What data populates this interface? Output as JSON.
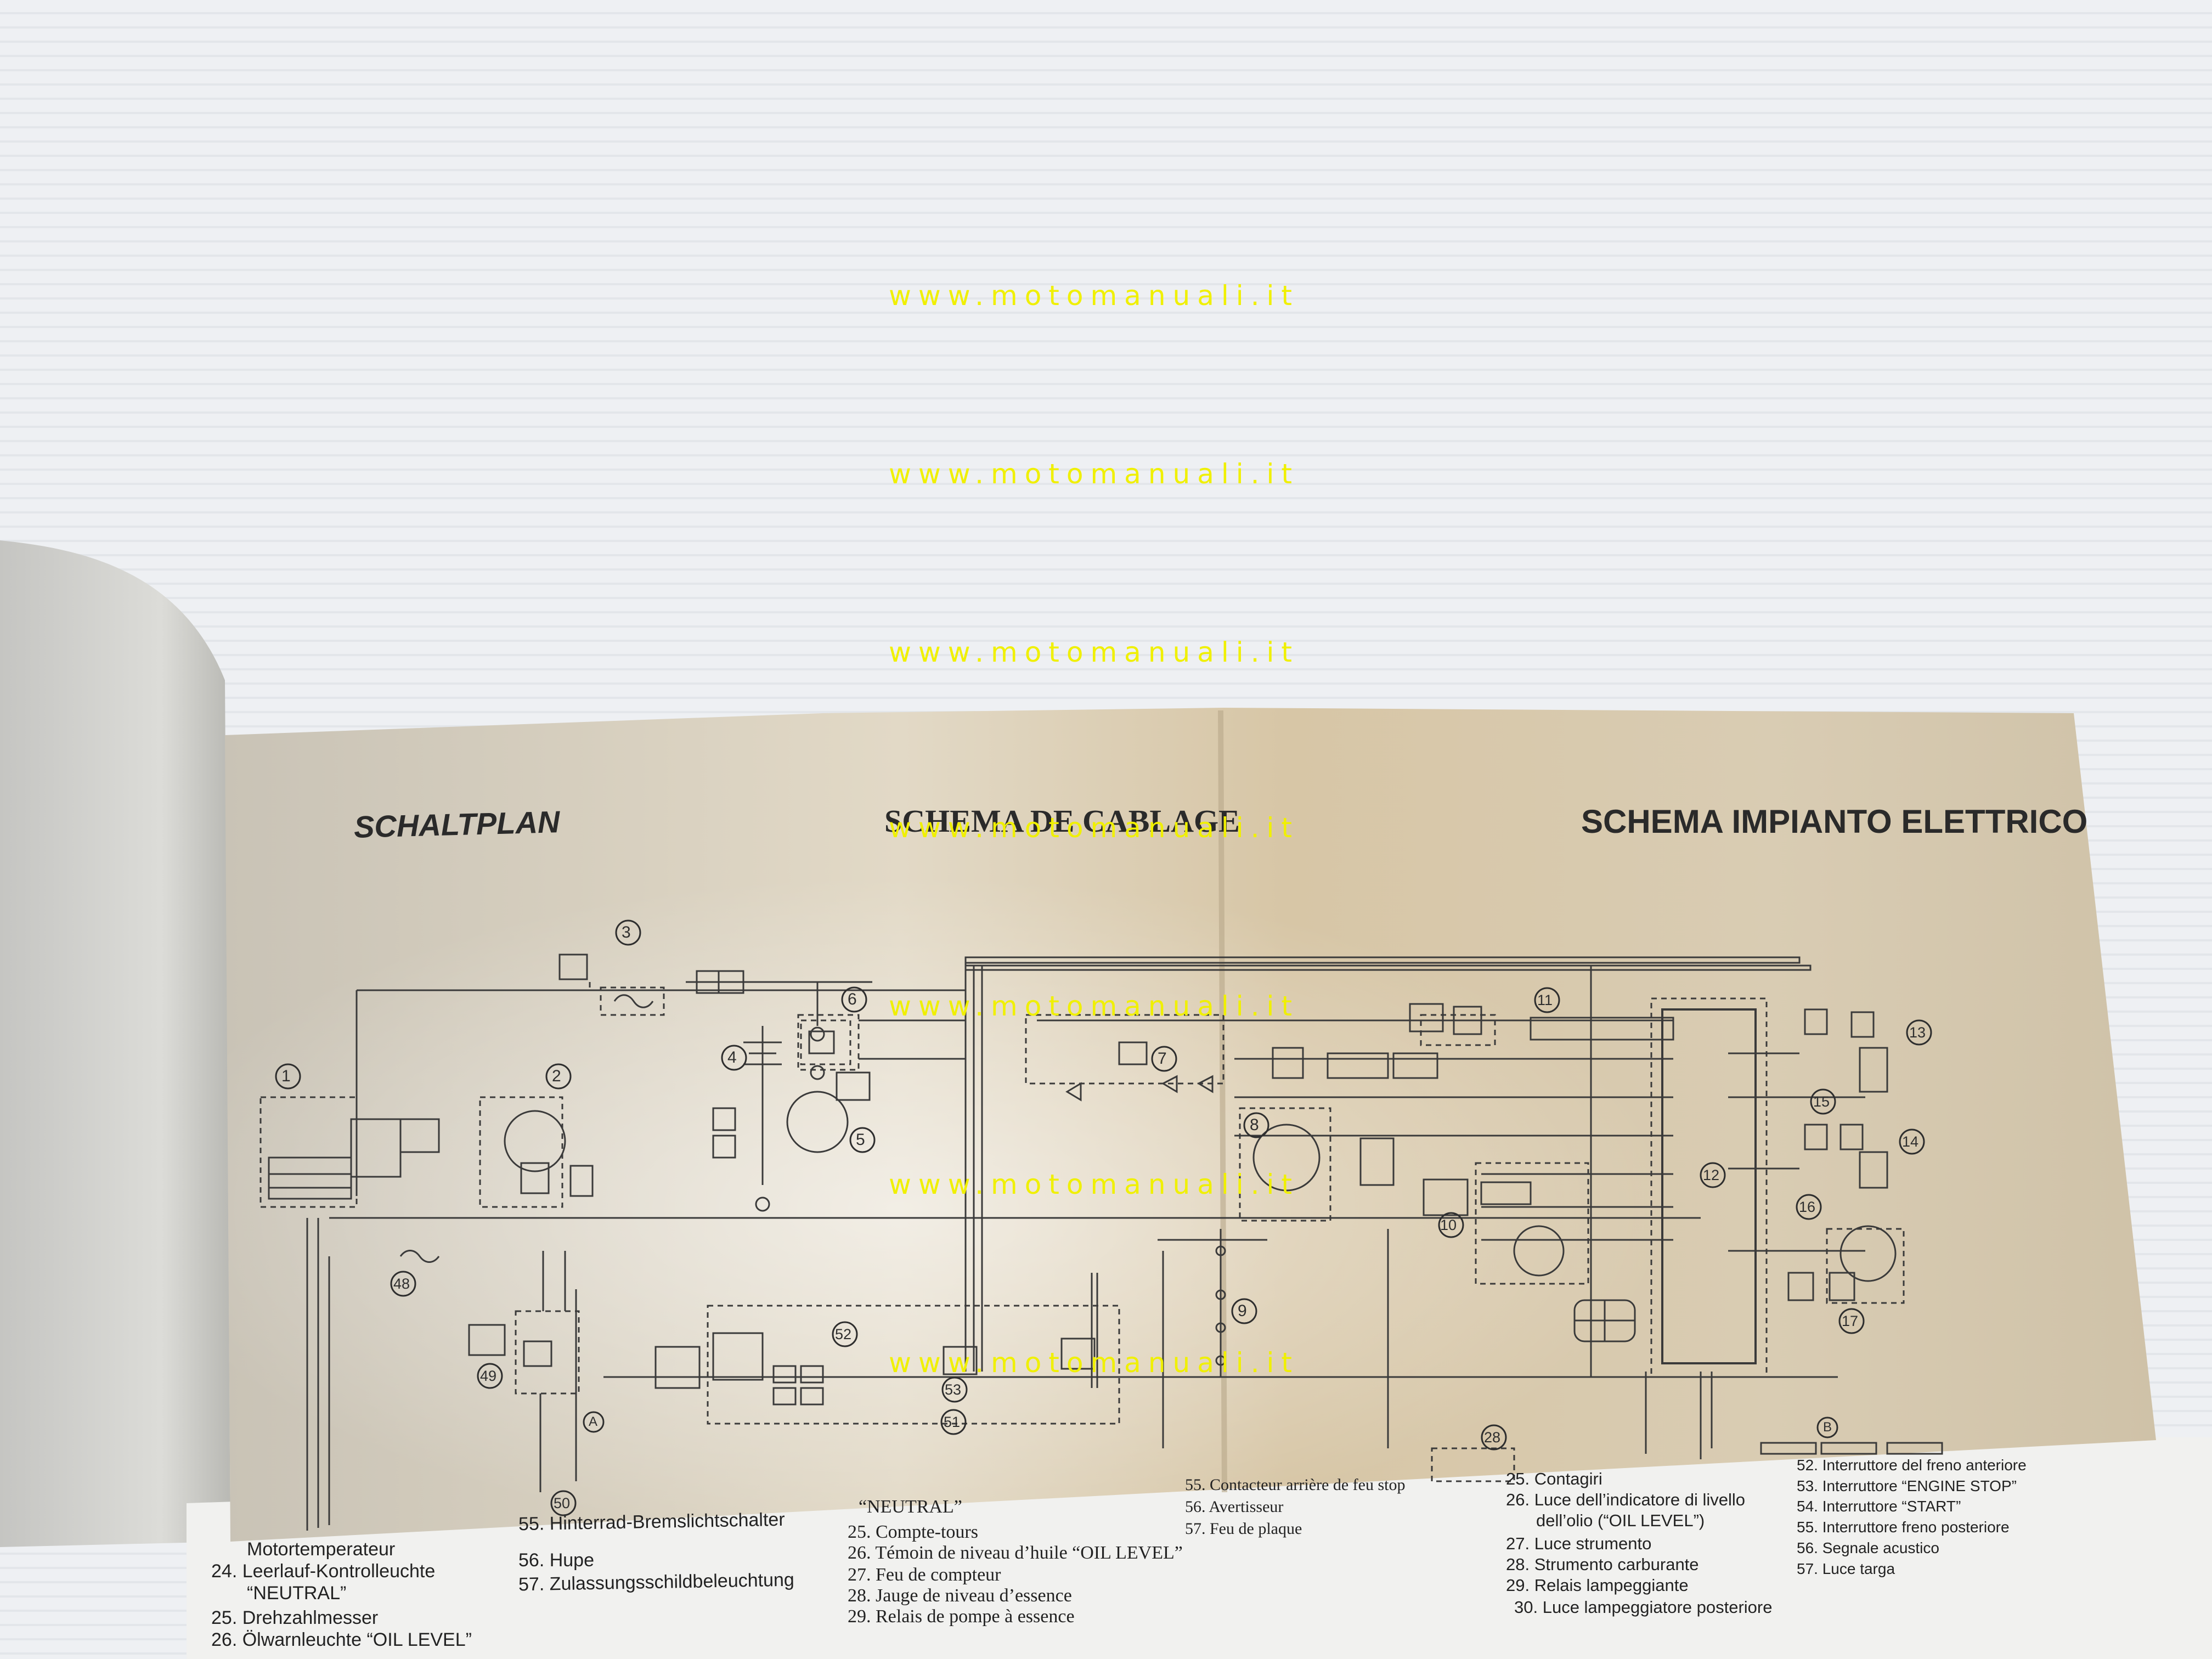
{
  "watermark": "www.motomanuali.it",
  "titles": {
    "de": "SCHALTPLAN",
    "fr": "SCHEMA DE CABLAGE",
    "it": "SCHEMA IMPIANTO ELETTRICO"
  },
  "callouts": [
    "1",
    "2",
    "3",
    "4",
    "5",
    "6",
    "7",
    "8",
    "9",
    "10",
    "11",
    "12",
    "13",
    "14",
    "15",
    "16",
    "17",
    "28",
    "48",
    "49",
    "50",
    "51",
    "52",
    "53",
    "A",
    "B"
  ],
  "legend": {
    "de": [
      "Motortemperateur",
      "24. Leerlauf-Kontrolleuchte",
      "“NEUTRAL”",
      "25. Drehzahlmesser",
      "26. Ölwarnleuchte “OIL LEVEL”",
      "55. Hinterrad-Bremslichtschalter",
      "56. Hupe",
      "57. Zulassungsschildbeleuchtung"
    ],
    "fr": [
      "“NEUTRAL”",
      "25. Compte-tours",
      "26. Témoin de niveau d’huile “OIL LEVEL”",
      "27. Feu de compteur",
      "28. Jauge de niveau d’essence",
      "29. Relais de pompe à essence",
      "55. Contacteur arrière de feu stop",
      "56. Avertisseur",
      "57. Feu de plaque"
    ],
    "it": [
      "25. Contagiri",
      "26. Luce dell’indicatore di livello",
      "dell’olio (“OIL LEVEL”)",
      "27. Luce strumento",
      "28. Strumento carburante",
      "29. Relais lampeggiante",
      "30. Luce lampeggiatore posteriore",
      "52. Interruttore del freno anteriore",
      "53. Interruttore “ENGINE STOP”",
      "54. Interruttore “START”",
      "55. Interruttore freno posteriore",
      "56. Segnale acustico",
      "57. Luce targa"
    ]
  },
  "colors": {
    "background": "#e9ebee",
    "paper": "#d8cdb9",
    "ink": "#2a2a2a",
    "watermark": "#f0f000"
  }
}
